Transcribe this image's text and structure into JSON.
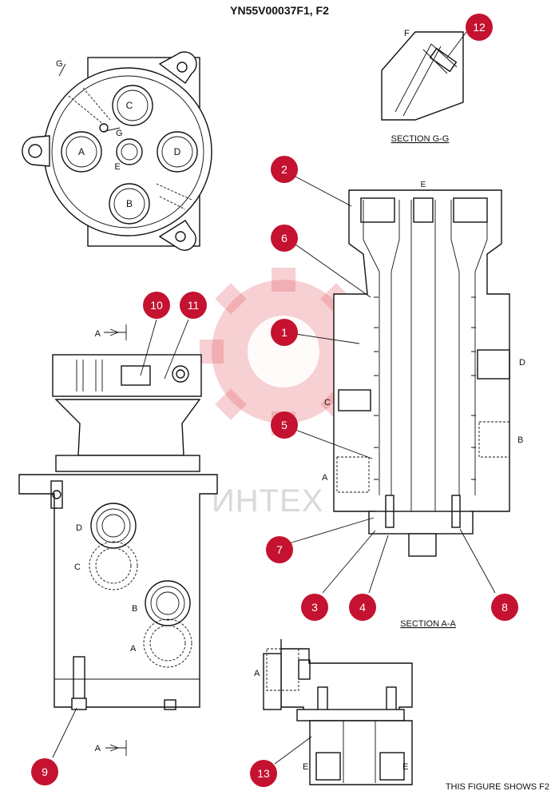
{
  "header": {
    "drawing_id": "YN55V00037F1, F2"
  },
  "watermark": {
    "text": "ИНТЕХ",
    "color": "#e6646e"
  },
  "sections": {
    "gg_title": "SECTION  G-G",
    "aa_title": "SECTION  A-A",
    "footer_note": "THIS FIGURE SHOWS  F2"
  },
  "view_labels": {
    "g_top": "G",
    "g_center": "G",
    "f_gg": "F",
    "e_top": "E",
    "a_arrow_top": "A",
    "a_arrow_bottom": "A"
  },
  "port_labels": {
    "top_view": {
      "a": "A",
      "b": "B",
      "c": "C",
      "d": "D",
      "e": "E"
    },
    "section_aa": {
      "e": "E",
      "d": "D",
      "c": "C",
      "b": "B",
      "a": "A"
    },
    "side_view": {
      "d": "D",
      "c": "C",
      "b": "B",
      "a": "A"
    },
    "bottom_view": {
      "a": "A",
      "e_left": "E",
      "e_right": "E"
    }
  },
  "callouts": [
    {
      "number": "1"
    },
    {
      "number": "2"
    },
    {
      "number": "3"
    },
    {
      "number": "4"
    },
    {
      "number": "5"
    },
    {
      "number": "6"
    },
    {
      "number": "7"
    },
    {
      "number": "8"
    },
    {
      "number": "9"
    },
    {
      "number": "10"
    },
    {
      "number": "11"
    },
    {
      "number": "12"
    },
    {
      "number": "13"
    }
  ],
  "colors": {
    "callout_badge": "#c41230",
    "line": "#111111"
  }
}
